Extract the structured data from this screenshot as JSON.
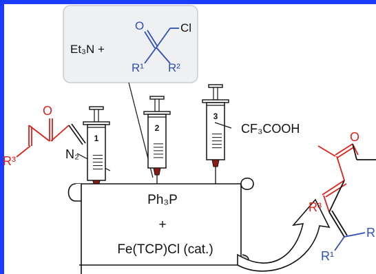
{
  "colors": {
    "frame": "#1a3cff",
    "reagent_blue": "#2f4fb5",
    "ketone_red": "#e0201b",
    "ink": "#111111",
    "callout_fill": "#eef0f2",
    "callout_stroke": "#c9ccd1",
    "needle_tip": "#8b1a14"
  },
  "callout": {
    "prefix": "Et₃N +",
    "acyl_chloride": {
      "o": "O",
      "cl": "Cl",
      "r1": "R¹",
      "r2": "R²"
    }
  },
  "syringes": [
    {
      "number": "1"
    },
    {
      "number": "2"
    },
    {
      "number": "3"
    }
  ],
  "acid_label": "CF₃COOH",
  "diazo_substrate": {
    "o": "O",
    "n2": "N₂",
    "r3": "R³"
  },
  "scroll": {
    "line1": "Ph₃P",
    "line2": "+",
    "line3": "Fe(TCP)Cl (cat.)"
  },
  "product": {
    "o": "O",
    "r3": "R³",
    "r1": "R¹",
    "r": "R"
  }
}
